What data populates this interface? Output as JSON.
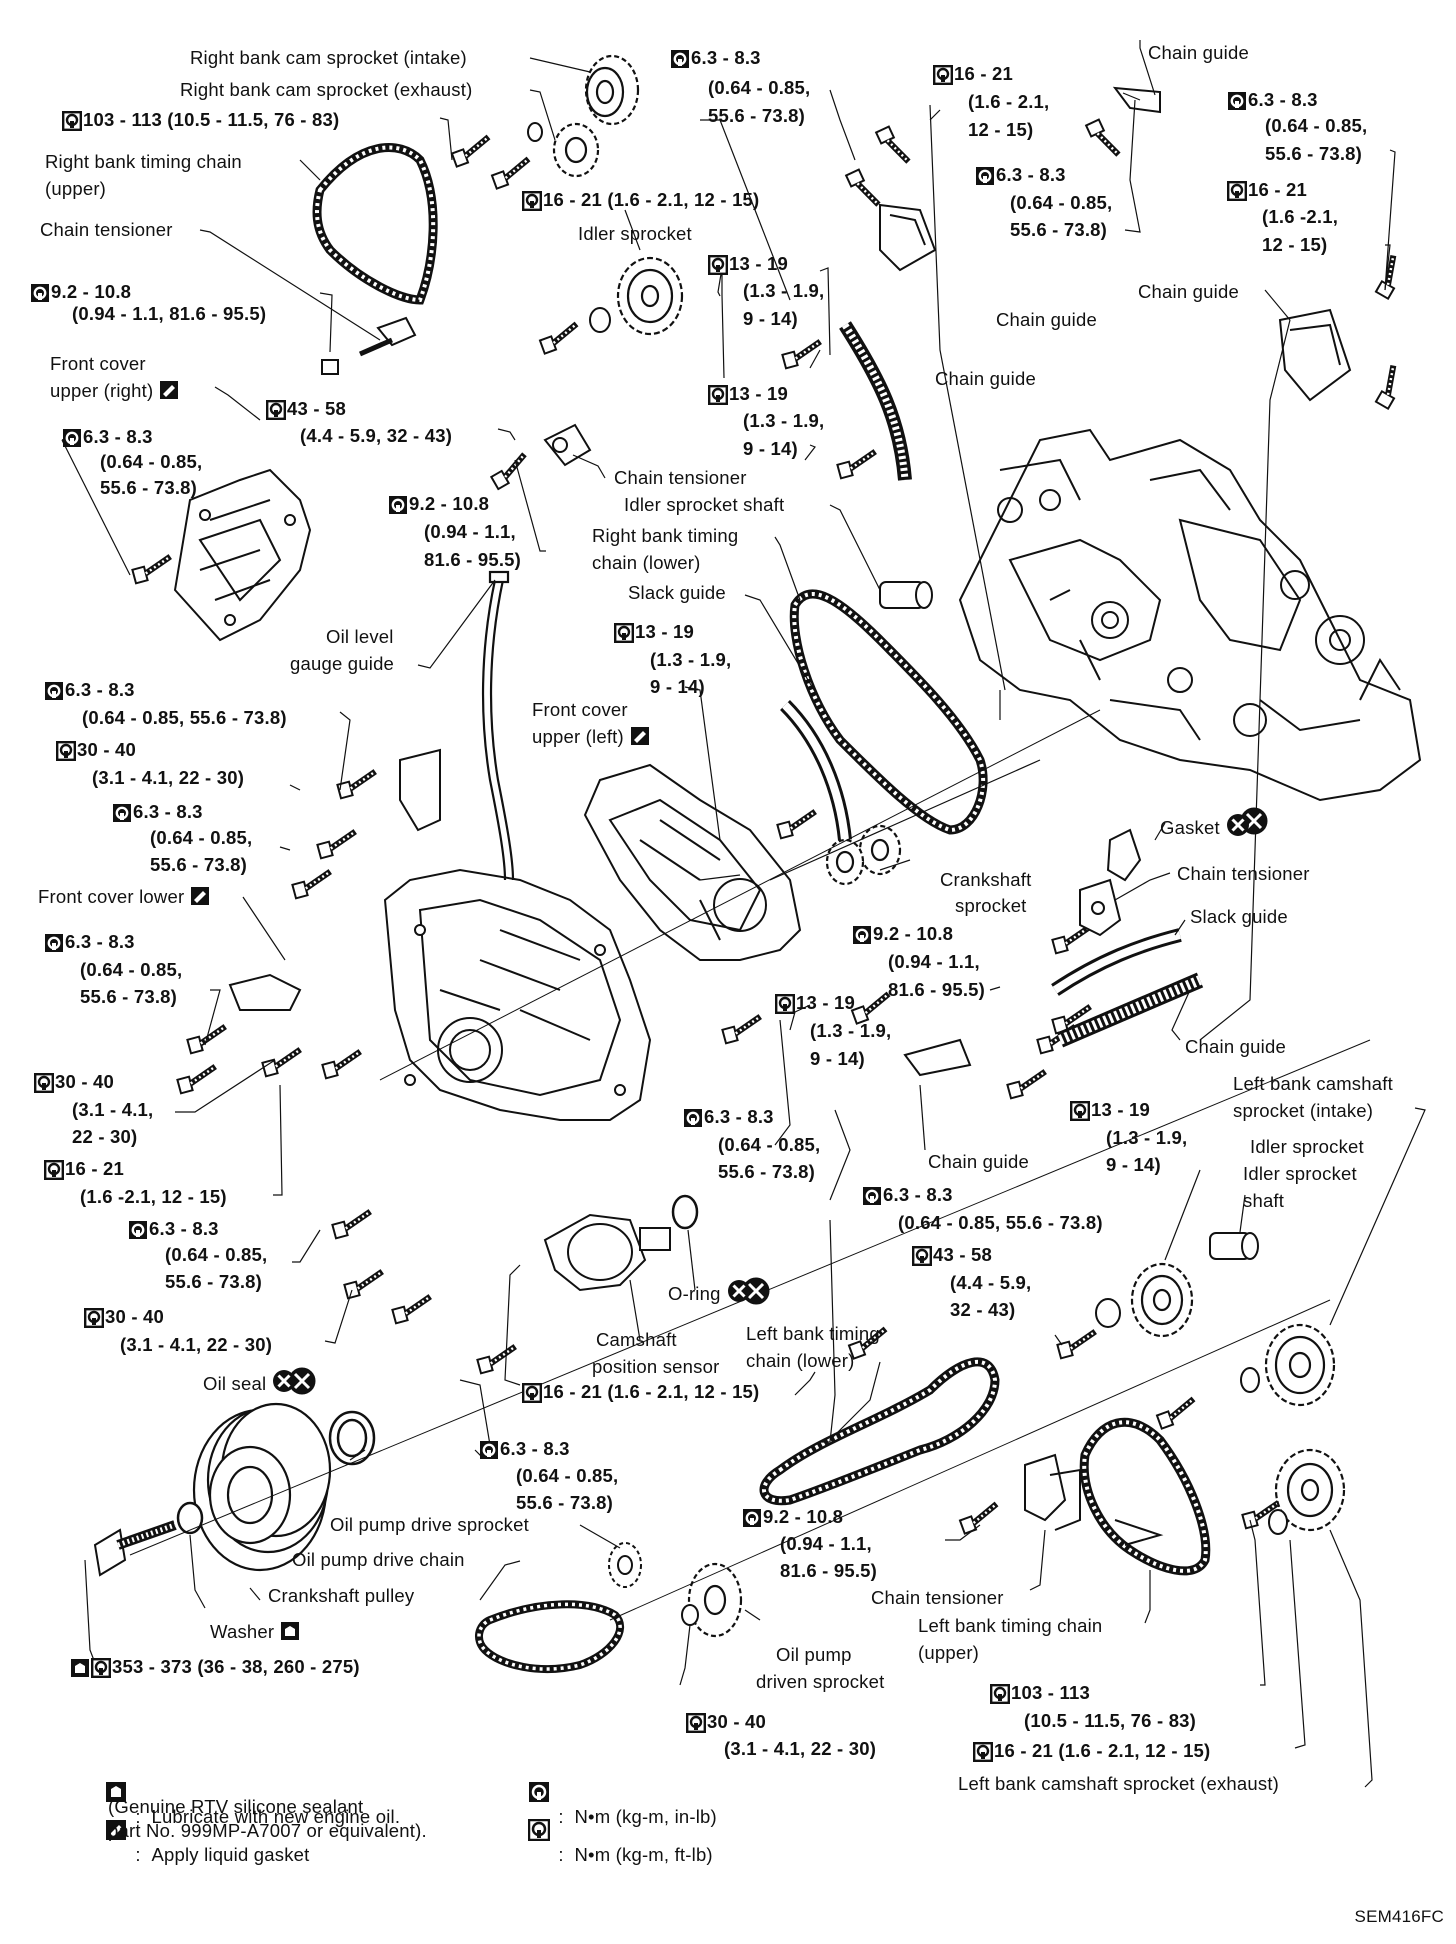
{
  "figure_code": "SEM416FC",
  "legend": {
    "lubricate": "Lubricate with new engine oil.",
    "gasket_1": "Apply liquid gasket",
    "gasket_2": "(Genuine RTV silicone sealant",
    "gasket_3": "part No. 999MP-A7007 or equivalent).",
    "torque_in_lb": "N•m (kg-m, in-lb)",
    "torque_ft_lb": "N•m (kg-m, ft-lb)",
    "colon": ":"
  },
  "icon_types": {
    "in_lb": "torque-in-lb-icon",
    "ft_lb": "torque-ft-lb-icon",
    "liquid_gasket": "liquid-gasket-icon",
    "oil": "engine-oil-icon",
    "replace": "do-not-reuse-icon"
  },
  "labels": [
    {
      "id": "rb-cam-intake",
      "text": "Right bank cam sprocket (intake)"
    },
    {
      "id": "rb-cam-exhaust",
      "text": "Right bank cam sprocket (exhaust)"
    },
    {
      "id": "t-103",
      "icon": "ft_lb",
      "text": "103 - 113 (10.5 - 11.5, 76 - 83)"
    },
    {
      "id": "rb-chain-upper-1",
      "text": "Right bank timing chain"
    },
    {
      "id": "rb-chain-upper-2",
      "text": "(upper)"
    },
    {
      "id": "chain-tensioner-1",
      "text": "Chain tensioner"
    },
    {
      "id": "t-92a-1",
      "icon": "in_lb",
      "text": "9.2 - 10.8"
    },
    {
      "id": "t-92a-2",
      "text": "(0.94 - 1.1, 81.6 - 95.5)"
    },
    {
      "id": "fc-upper-right-1",
      "text": "Front cover"
    },
    {
      "id": "fc-upper-right-2",
      "text": "upper (right)",
      "icon_after": "liquid_gasket"
    },
    {
      "id": "t-63a-1",
      "icon": "in_lb",
      "text": "6.3 - 8.3"
    },
    {
      "id": "t-63a-2",
      "text": "(0.64 - 0.85,"
    },
    {
      "id": "t-63a-3",
      "text": "55.6 - 73.8)"
    },
    {
      "id": "t-63b-1",
      "icon": "in_lb",
      "text": "6.3 - 8.3"
    },
    {
      "id": "t-63b-2",
      "text": "(0.64 - 0.85,"
    },
    {
      "id": "t-63b-3",
      "text": "55.6 - 73.8)"
    },
    {
      "id": "t-16a",
      "icon": "ft_lb",
      "text": "16 - 21 (1.6 - 2.1, 12 - 15)"
    },
    {
      "id": "idler-sprocket-1",
      "text": "Idler sprocket"
    },
    {
      "id": "t-13a-1",
      "icon": "ft_lb",
      "text": "13 - 19"
    },
    {
      "id": "t-13a-2",
      "text": "(1.3 - 1.9,"
    },
    {
      "id": "t-13a-3",
      "text": "9 - 14)"
    },
    {
      "id": "t-43a-1",
      "icon": "ft_lb",
      "text": "43 - 58"
    },
    {
      "id": "t-43a-2",
      "text": "(4.4 - 5.9, 32 - 43)"
    },
    {
      "id": "t-13b-1",
      "icon": "ft_lb",
      "text": "13 - 19"
    },
    {
      "id": "t-13b-2",
      "text": "(1.3 - 1.9,"
    },
    {
      "id": "t-13b-3",
      "text": "9 - 14)"
    },
    {
      "id": "chain-tensioner-2",
      "text": "Chain tensioner"
    },
    {
      "id": "idler-shaft-1",
      "text": "Idler sprocket shaft"
    },
    {
      "id": "t-92b-1",
      "icon": "in_lb",
      "text": "9.2 - 10.8"
    },
    {
      "id": "t-92b-2",
      "text": "(0.94 - 1.1,"
    },
    {
      "id": "t-92b-3",
      "text": "81.6 - 95.5)"
    },
    {
      "id": "t-16b-1",
      "icon": "ft_lb",
      "text": "16 - 21"
    },
    {
      "id": "t-16b-2",
      "text": "(1.6 - 2.1,"
    },
    {
      "id": "t-16b-3",
      "text": "12 - 15)"
    },
    {
      "id": "t-63c-1",
      "icon": "in_lb",
      "text": "6.3 - 8.3"
    },
    {
      "id": "t-63c-2",
      "text": "(0.64 - 0.85,"
    },
    {
      "id": "t-63c-3",
      "text": "55.6 - 73.8)"
    },
    {
      "id": "chain-guide-1",
      "text": "Chain guide"
    },
    {
      "id": "chain-guide-2",
      "text": "Chain guide"
    },
    {
      "id": "chain-guide-3",
      "text": "Chain guide"
    },
    {
      "id": "t-63d-1",
      "icon": "in_lb",
      "text": "6.3 - 8.3"
    },
    {
      "id": "t-63d-2",
      "text": "(0.64 - 0.85,"
    },
    {
      "id": "t-63d-3",
      "text": "55.6 - 73.8)"
    },
    {
      "id": "t-16c-1",
      "icon": "ft_lb",
      "text": "16 - 21"
    },
    {
      "id": "t-16c-2",
      "text": "(1.6 -2.1,"
    },
    {
      "id": "t-16c-3",
      "text": "12 - 15)"
    },
    {
      "id": "chain-guide-4",
      "text": "Chain guide"
    },
    {
      "id": "rb-chain-lower-1",
      "text": "Right bank timing"
    },
    {
      "id": "rb-chain-lower-2",
      "text": "chain (lower)"
    },
    {
      "id": "slack-guide-1",
      "text": "Slack guide"
    },
    {
      "id": "t-13c-1",
      "icon": "ft_lb",
      "text": "13 - 19"
    },
    {
      "id": "t-13c-2",
      "text": "(1.3 - 1.9,"
    },
    {
      "id": "t-13c-3",
      "text": "9 - 14)"
    },
    {
      "id": "oil-level-1",
      "text": "Oil level"
    },
    {
      "id": "oil-level-2",
      "text": "gauge guide"
    },
    {
      "id": "t-63e-1",
      "icon": "in_lb",
      "text": "6.3 - 8.3"
    },
    {
      "id": "t-63e-2",
      "text": "(0.64 - 0.85, 55.6 - 73.8)"
    },
    {
      "id": "t-30a-1",
      "icon": "ft_lb",
      "text": "30 - 40"
    },
    {
      "id": "t-30a-2",
      "text": "(3.1 - 4.1, 22 - 30)"
    },
    {
      "id": "t-63f-1",
      "icon": "in_lb",
      "text": "6.3 - 8.3"
    },
    {
      "id": "t-63f-2",
      "text": "(0.64 - 0.85,"
    },
    {
      "id": "t-63f-3",
      "text": "55.6 - 73.8)"
    },
    {
      "id": "fc-upper-left-1",
      "text": "Front cover"
    },
    {
      "id": "fc-upper-left-2",
      "text": "upper (left)",
      "icon_after": "liquid_gasket"
    },
    {
      "id": "fc-lower",
      "text": "Front cover lower",
      "icon_after": "liquid_gasket"
    },
    {
      "id": "crank-sprocket-1",
      "text": "Crankshaft"
    },
    {
      "id": "crank-sprocket-2",
      "text": "sprocket"
    },
    {
      "id": "gasket",
      "text": "Gasket",
      "icon_after": "replace"
    },
    {
      "id": "chain-tensioner-3",
      "text": "Chain tensioner"
    },
    {
      "id": "slack-guide-2",
      "text": "Slack guide"
    },
    {
      "id": "t-92c-1",
      "icon": "in_lb",
      "text": "9.2 - 10.8"
    },
    {
      "id": "t-92c-2",
      "text": "(0.94 - 1.1,"
    },
    {
      "id": "t-92c-3",
      "text": "81.6 - 95.5)"
    },
    {
      "id": "t-63g-1",
      "icon": "in_lb",
      "text": "6.3 - 8.3"
    },
    {
      "id": "t-63g-2",
      "text": "(0.64 - 0.85,"
    },
    {
      "id": "t-63g-3",
      "text": "55.6 - 73.8)"
    },
    {
      "id": "t-13d-1",
      "icon": "ft_lb",
      "text": "13 - 19"
    },
    {
      "id": "t-13d-2",
      "text": "(1.3 - 1.9,"
    },
    {
      "id": "t-13d-3",
      "text": "9 - 14)"
    },
    {
      "id": "chain-guide-5",
      "text": "Chain guide"
    },
    {
      "id": "t-30b-1",
      "icon": "ft_lb",
      "text": "30 - 40"
    },
    {
      "id": "t-30b-2",
      "text": "(3.1 - 4.1,"
    },
    {
      "id": "t-30b-3",
      "text": "22 - 30)"
    },
    {
      "id": "t-16d-1",
      "icon": "ft_lb",
      "text": "16 - 21"
    },
    {
      "id": "t-16d-2",
      "text": "(1.6 -2.1, 12 - 15)"
    },
    {
      "id": "t-63h-1",
      "icon": "in_lb",
      "text": "6.3 - 8.3"
    },
    {
      "id": "t-63h-2",
      "text": "(0.64 - 0.85,"
    },
    {
      "id": "t-63h-3",
      "text": "55.6 - 73.8)"
    },
    {
      "id": "t-63i-1",
      "icon": "in_lb",
      "text": "6.3 - 8.3"
    },
    {
      "id": "t-63i-2",
      "text": "(0.64 - 0.85,"
    },
    {
      "id": "t-63i-3",
      "text": "55.6 - 73.8)"
    },
    {
      "id": "t-13e-1",
      "icon": "ft_lb",
      "text": "13 - 19"
    },
    {
      "id": "t-13e-2",
      "text": "(1.3 - 1.9,"
    },
    {
      "id": "t-13e-3",
      "text": "9 - 14)"
    },
    {
      "id": "chain-guide-6",
      "text": "Chain guide"
    },
    {
      "id": "t-63j-1",
      "icon": "in_lb",
      "text": "6.3 - 8.3"
    },
    {
      "id": "t-63j-2",
      "text": "(0.64 - 0.85, 55.6 - 73.8)"
    },
    {
      "id": "lb-cam-intake-1",
      "text": "Left bank camshaft"
    },
    {
      "id": "lb-cam-intake-2",
      "text": "sprocket (intake)"
    },
    {
      "id": "idler-sprocket-2",
      "text": "Idler sprocket"
    },
    {
      "id": "idler-shaft-2a",
      "text": "Idler sprocket"
    },
    {
      "id": "idler-shaft-2b",
      "text": "shaft"
    },
    {
      "id": "t-43b-1",
      "icon": "ft_lb",
      "text": "43 - 58"
    },
    {
      "id": "t-43b-2",
      "text": "(4.4 - 5.9,"
    },
    {
      "id": "t-43b-3",
      "text": "32 - 43)"
    },
    {
      "id": "t-30c-1",
      "icon": "ft_lb",
      "text": "30 - 40"
    },
    {
      "id": "t-30c-2",
      "text": "(3.1 - 4.1, 22 - 30)"
    },
    {
      "id": "o-ring",
      "text": "O-ring",
      "icon_after": "replace"
    },
    {
      "id": "cam-pos-1",
      "text": "Camshaft"
    },
    {
      "id": "cam-pos-2",
      "text": "position sensor"
    },
    {
      "id": "lb-chain-lower-1",
      "text": "Left bank timing"
    },
    {
      "id": "lb-chain-lower-2",
      "text": "chain (lower)"
    },
    {
      "id": "oil-seal",
      "text": "Oil seal",
      "icon_after": "replace"
    },
    {
      "id": "t-16e",
      "icon": "ft_lb",
      "text": "16 - 21 (1.6 - 2.1, 12 - 15)"
    },
    {
      "id": "t-63k-1",
      "icon": "in_lb",
      "text": "6.3 - 8.3"
    },
    {
      "id": "t-63k-2",
      "text": "(0.64 - 0.85,"
    },
    {
      "id": "t-63k-3",
      "text": "55.6 - 73.8)"
    },
    {
      "id": "t-92d-1",
      "icon": "in_lb",
      "text": "9.2 - 10.8"
    },
    {
      "id": "t-92d-2",
      "text": "(0.94 - 1.1,"
    },
    {
      "id": "t-92d-3",
      "text": "81.6 - 95.5)"
    },
    {
      "id": "oil-pump-drive-sprocket",
      "text": "Oil pump drive sprocket"
    },
    {
      "id": "oil-pump-drive-chain",
      "text": "Oil pump drive chain"
    },
    {
      "id": "crank-pulley",
      "text": "Crankshaft pulley"
    },
    {
      "id": "chain-tensioner-4",
      "text": "Chain tensioner"
    },
    {
      "id": "lb-chain-upper-1",
      "text": "Left bank timing chain"
    },
    {
      "id": "lb-chain-upper-2",
      "text": "(upper)"
    },
    {
      "id": "washer",
      "text": "Washer",
      "icon_after": "oil"
    },
    {
      "id": "oil-pump-driven-1",
      "text": "Oil pump"
    },
    {
      "id": "oil-pump-driven-2",
      "text": "driven sprocket"
    },
    {
      "id": "t-353",
      "icon": "oil_ft",
      "text": "353 - 373 (36 - 38, 260 - 275)"
    },
    {
      "id": "t-103b-1",
      "icon": "ft_lb",
      "text": "103 - 113"
    },
    {
      "id": "t-103b-2",
      "text": "(10.5 - 11.5, 76 - 83)"
    },
    {
      "id": "t-30d-1",
      "icon": "ft_lb",
      "text": "30 - 40"
    },
    {
      "id": "t-30d-2",
      "text": "(3.1 - 4.1, 22 - 30)"
    },
    {
      "id": "t-16f",
      "icon": "ft_lb",
      "text": "16 - 21 (1.6 - 2.1, 12 - 15)"
    },
    {
      "id": "lb-cam-exhaust",
      "text": "Left bank camshaft sprocket (exhaust)"
    }
  ]
}
